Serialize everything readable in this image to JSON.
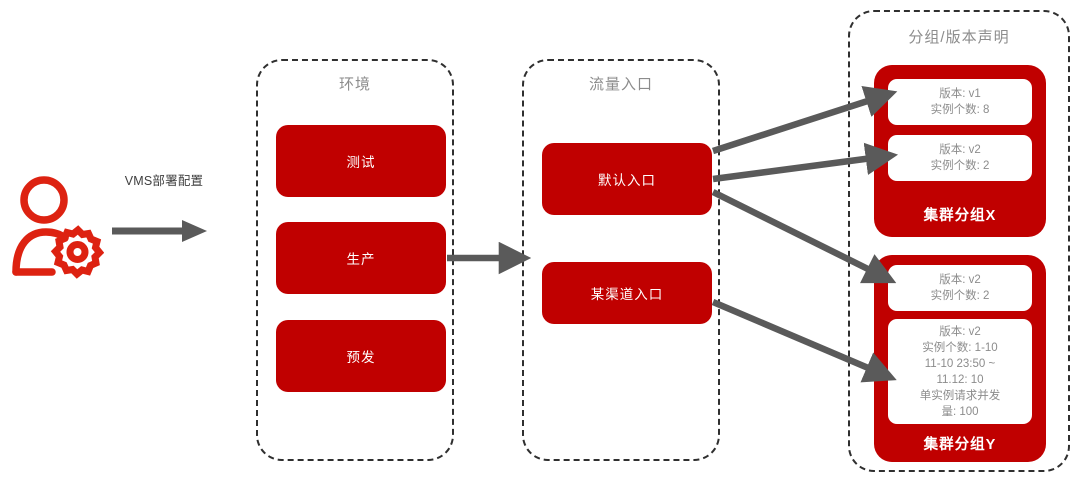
{
  "actor": {
    "icon": "user-gear-icon",
    "color": "#DD2211",
    "flow_label": "VMS部署配置",
    "arrow": "right-arrow-icon"
  },
  "colors": {
    "red": "#C00000",
    "actor_red": "#DD2211",
    "arrow_gray": "#5A5A5A",
    "title_gray": "#8C8C8C",
    "dash_border": "#2F2F2F"
  },
  "panels": [
    {
      "id": "env",
      "title": "环境",
      "items": [
        {
          "label": "测试"
        },
        {
          "label": "生产"
        },
        {
          "label": "预发"
        }
      ]
    },
    {
      "id": "entry",
      "title": "流量入口",
      "items": [
        {
          "label": "默认入口"
        },
        {
          "label": "某渠道入口"
        }
      ]
    },
    {
      "id": "group",
      "title": "分组/版本声明",
      "clusters": [
        {
          "label": "集群分组X",
          "cards": [
            {
              "lines": [
                "版本: v1",
                "实例个数: 8"
              ]
            },
            {
              "lines": [
                "版本: v2",
                "实例个数: 2"
              ]
            }
          ]
        },
        {
          "label": "集群分组Y",
          "cards": [
            {
              "lines": [
                "版本: v2",
                "实例个数: 2"
              ]
            },
            {
              "lines": [
                "版本: v2",
                "实例个数: 1-10",
                "11-10 23:50 ~",
                "11.12: 10",
                "单实例请求并发",
                "量: 100"
              ]
            }
          ]
        }
      ]
    }
  ],
  "connections": [
    {
      "from": "生产",
      "to": "流量入口",
      "type": "arrow"
    },
    {
      "from": "默认入口",
      "to": "版本: v1 / 实例个数: 8",
      "type": "arrow"
    },
    {
      "from": "默认入口",
      "to": "版本: v2 / 实例个数: 2 (X)",
      "type": "arrow"
    },
    {
      "from": "默认入口",
      "to": "版本: v2 / 实例个数: 2 (Y)",
      "type": "arrow"
    },
    {
      "from": "某渠道入口",
      "to": "版本: v2 / 实例个数: 1-10 (Y)",
      "type": "arrow"
    }
  ]
}
